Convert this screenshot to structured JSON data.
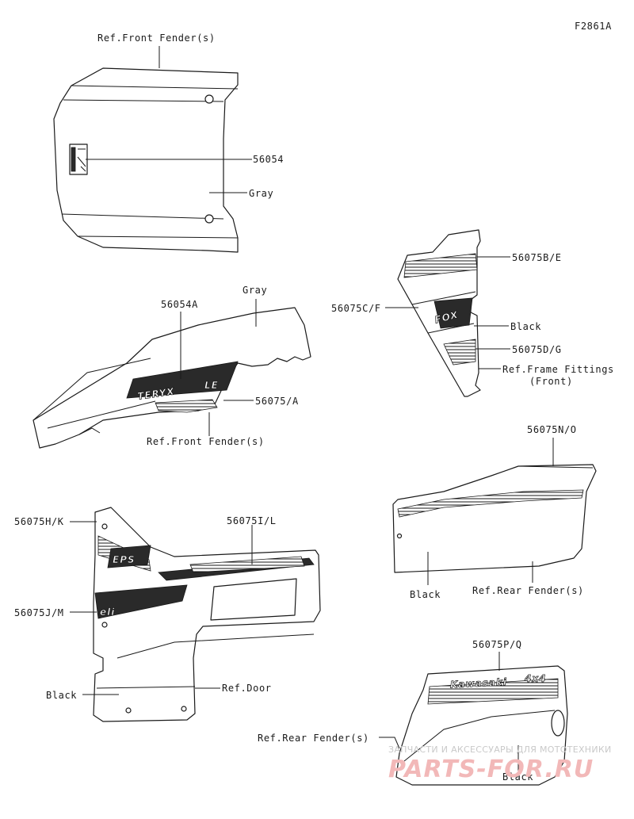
{
  "figure_id": "F2861A",
  "labels": {
    "ref_front_fender_top": "Ref.Front Fender(s)",
    "p56054": "56054",
    "gray_1": "Gray",
    "gray_2": "Gray",
    "p56054A": "56054A",
    "p56075A": "56075/A",
    "ref_front_fender_mid": "Ref.Front Fender(s)",
    "p56075BE": "56075B/E",
    "p56075CF": "56075C/F",
    "black_fox": "Black",
    "p56075DG": "56075D/G",
    "ref_frame_fittings_1": "Ref.Frame Fittings",
    "ref_frame_fittings_2": "(Front)",
    "p56075NO": "56075N/O",
    "black_rear": "Black",
    "ref_rear_fender_1": "Ref.Rear Fender(s)",
    "p56075HK": "56075H/K",
    "p56075IL": "56075I/L",
    "p56075JM": "56075J/M",
    "black_door": "Black",
    "ref_door": "Ref.Door",
    "p56075PQ": "56075P/Q",
    "ref_rear_fender_2": "Ref.Rear Fender(s)",
    "black_bottom": "Black"
  },
  "decal_text": {
    "teryx": "TERYX",
    "teryx_sub": "LE",
    "fox": "FOX",
    "eps": "EPS",
    "kawasaki": "Kawasaki",
    "fourx4": "4x4",
    "eli": "eli"
  },
  "watermark": {
    "caption": "ЗАПЧАСТИ И АКСЕССУАРЫ ДЛЯ МОТОТЕХНИКИ",
    "brand": "PARTS-FOR.RU"
  },
  "colors": {
    "line": "#1a1a1a",
    "watermark_text": "#c9c9c9",
    "watermark_brand": "#f2b8b8"
  }
}
